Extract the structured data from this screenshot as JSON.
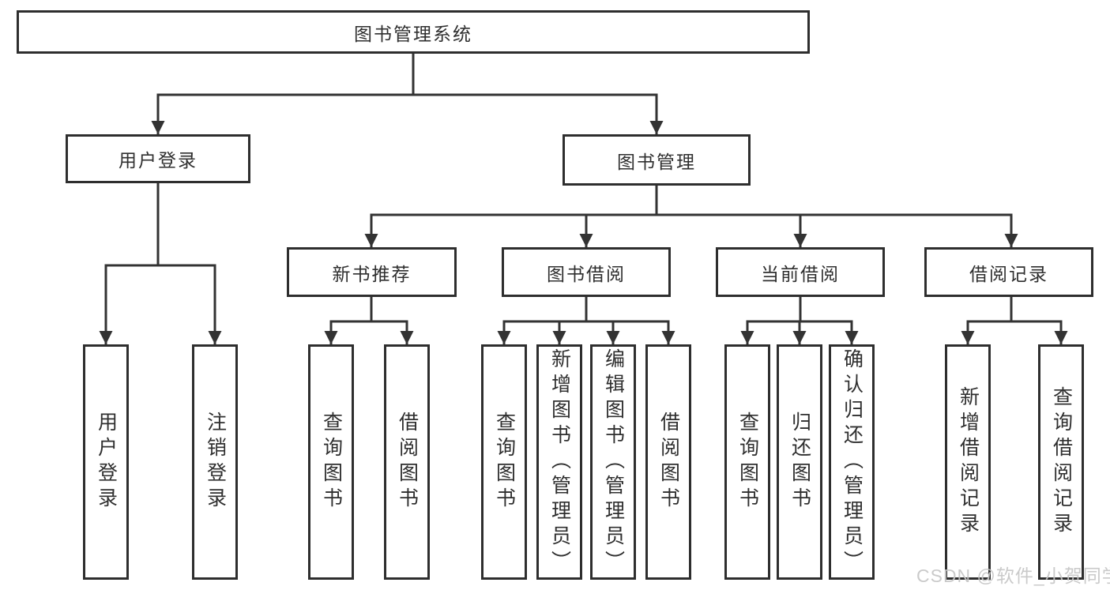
{
  "diagram": {
    "root": {
      "label": "图书管理系统"
    },
    "branches": [
      {
        "label": "用户登录",
        "children": [
          {
            "label": "用户登录"
          },
          {
            "label": "注销登录"
          }
        ]
      },
      {
        "label": "图书管理",
        "children": [
          {
            "label": "新书推荐",
            "children": [
              {
                "label": "查询图书"
              },
              {
                "label": "借阅图书"
              }
            ]
          },
          {
            "label": "图书借阅",
            "children": [
              {
                "label": "查询图书"
              },
              {
                "label": "新增图书（管理员）"
              },
              {
                "label": "编辑图书（管理员）"
              },
              {
                "label": "借阅图书"
              }
            ]
          },
          {
            "label": "当前借阅",
            "children": [
              {
                "label": "查询图书"
              },
              {
                "label": "归还图书"
              },
              {
                "label": "确认归还（管理员）"
              }
            ]
          },
          {
            "label": "借阅记录",
            "children": [
              {
                "label": "新增借阅记录"
              },
              {
                "label": "查询借阅记录"
              }
            ]
          }
        ]
      }
    ]
  },
  "watermark": {
    "text": "CSDN @软件_小贺同学"
  },
  "colors": {
    "line": "#333333",
    "border": "#2e2e2e",
    "text": "#2f2f2f",
    "watermark": "#c6c6c6",
    "background": "#ffffff"
  }
}
